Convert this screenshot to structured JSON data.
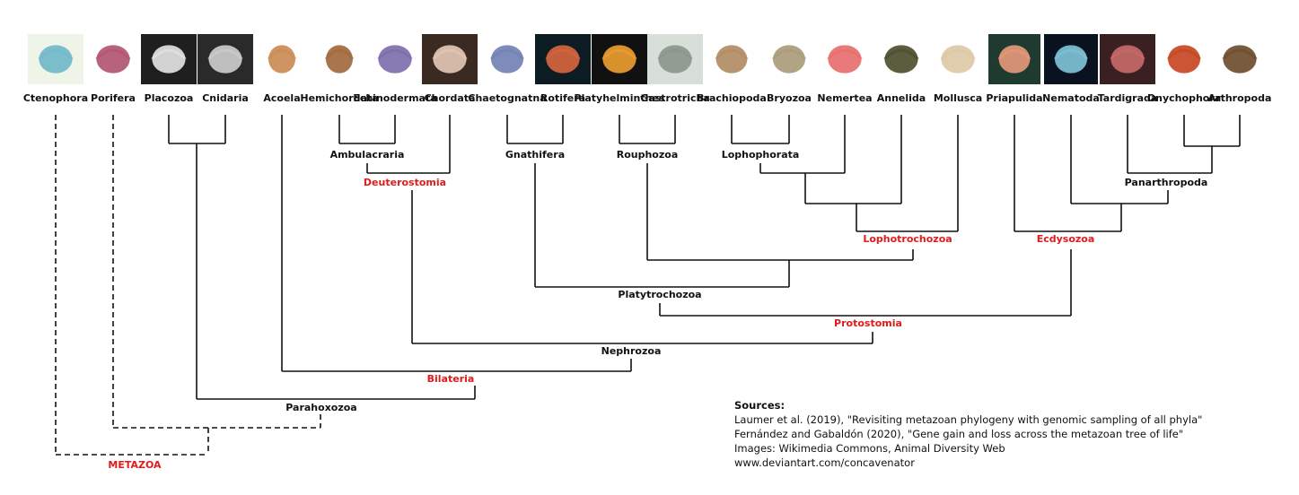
{
  "taxa": [
    {
      "id": "ctenophora",
      "label": "Ctenophora",
      "icon": "comb-jelly-icon",
      "bg": "#eef5e8",
      "fg": "#6fb7c9"
    },
    {
      "id": "porifera",
      "label": "Porifera",
      "icon": "sponge-icon",
      "bg": "#ffffff",
      "fg": "#b0526e"
    },
    {
      "id": "placozoa",
      "label": "Placozoa",
      "icon": "placozoan-icon",
      "bg": "#1f1f1f",
      "fg": "#e6e6e6"
    },
    {
      "id": "cnidaria",
      "label": "Cnidaria",
      "icon": "jellyfish-icon",
      "bg": "#2a2a2a",
      "fg": "#cfcfcf"
    },
    {
      "id": "acoela",
      "label": "Acoela",
      "icon": "acoel-worm-icon",
      "bg": "#ffffff",
      "fg": "#c98a52"
    },
    {
      "id": "hemichordata",
      "label": "Hemichordata",
      "icon": "acorn-worm-icon",
      "bg": "#ffffff",
      "fg": "#a0663a"
    },
    {
      "id": "echinodermata",
      "label": "Echinodermata",
      "icon": "starfish-icon",
      "bg": "#ffffff",
      "fg": "#7a6aa8"
    },
    {
      "id": "chordata",
      "label": "Chordata",
      "icon": "mole-rat-icon",
      "bg": "#3a2a22",
      "fg": "#e6c9b8"
    },
    {
      "id": "chaetognatha",
      "label": "Chaetognatna",
      "icon": "arrow-worm-icon",
      "bg": "#ffffff",
      "fg": "#6f7fb2"
    },
    {
      "id": "rotifera",
      "label": "Rotifera",
      "icon": "rotifer-icon",
      "bg": "#0d1b22",
      "fg": "#d8663e"
    },
    {
      "id": "platyhelminthes",
      "label": "Platyhelminthes",
      "icon": "flatworm-icon",
      "bg": "#111111",
      "fg": "#f0a030"
    },
    {
      "id": "gastrotricha",
      "label": "Gastrotricha",
      "icon": "gastrotrich-icon",
      "bg": "#d7dfd8",
      "fg": "#8a958c"
    },
    {
      "id": "brachiopoda",
      "label": "Brachiopoda",
      "icon": "lamp-shell-icon",
      "bg": "#ffffff",
      "fg": "#b08a62"
    },
    {
      "id": "bryozoa",
      "label": "Bryozoa",
      "icon": "bryozoan-icon",
      "bg": "#ffffff",
      "fg": "#a89a78"
    },
    {
      "id": "nemertea",
      "label": "Nemertea",
      "icon": "ribbon-worm-icon",
      "bg": "#ffffff",
      "fg": "#e86a6a"
    },
    {
      "id": "annelida",
      "label": "Annelida",
      "icon": "leech-icon",
      "bg": "#ffffff",
      "fg": "#4a4a2a"
    },
    {
      "id": "mollusca",
      "label": "Mollusca",
      "icon": "octopus-icon",
      "bg": "#ffffff",
      "fg": "#dcc8a4"
    },
    {
      "id": "priapulida",
      "label": "Priapulida",
      "icon": "penis-worm-icon",
      "bg": "#1f3a2e",
      "fg": "#e89a7a"
    },
    {
      "id": "nematoda",
      "label": "Nematoda",
      "icon": "roundworm-icon",
      "bg": "#0a1220",
      "fg": "#7fc6d8"
    },
    {
      "id": "tardigrada",
      "label": "Tardigrada",
      "icon": "tardigrade-icon",
      "bg": "#3a2020",
      "fg": "#c96a6a"
    },
    {
      "id": "onychophora",
      "label": "Onychophora",
      "icon": "velvet-worm-icon",
      "bg": "#ffffff",
      "fg": "#c5421e"
    },
    {
      "id": "arthropoda",
      "label": "Arthropoda",
      "icon": "wasp-icon",
      "bg": "#ffffff",
      "fg": "#6a4a2a"
    }
  ],
  "clades": [
    {
      "id": "ambulacraria",
      "label": "Ambulacraria",
      "highlight": false
    },
    {
      "id": "deuterostomia",
      "label": "Deuterostomia",
      "highlight": true
    },
    {
      "id": "gnathifera",
      "label": "Gnathifera",
      "highlight": false
    },
    {
      "id": "rouphozoa",
      "label": "Rouphozoa",
      "highlight": false
    },
    {
      "id": "lophophorata",
      "label": "Lophophorata",
      "highlight": false
    },
    {
      "id": "panarthropoda",
      "label": "Panarthropoda",
      "highlight": false
    },
    {
      "id": "lophotrochozoa",
      "label": "Lophotrochozoa",
      "highlight": true
    },
    {
      "id": "ecdysozoa",
      "label": "Ecdysozoa",
      "highlight": true
    },
    {
      "id": "platytrochozoa",
      "label": "Platytrochozoa",
      "highlight": false
    },
    {
      "id": "protostomia",
      "label": "Protostomia",
      "highlight": true
    },
    {
      "id": "nephrozoa",
      "label": "Nephrozoa",
      "highlight": false
    },
    {
      "id": "bilateria",
      "label": "Bilateria",
      "highlight": true
    },
    {
      "id": "parahoxozoa",
      "label": "Parahoxozoa",
      "highlight": false
    },
    {
      "id": "metazoa",
      "label": "METAZOA",
      "highlight": true
    }
  ],
  "colors": {
    "highlight": "#e01b1b",
    "line": "#111111"
  },
  "sources": {
    "heading": "Sources:",
    "lines": [
      "Laumer et al. (2019), \"Revisiting metazoan phylogeny with genomic sampling of all phyla\"",
      "Fernández and Gabaldón (2020), \"Gene gain and loss across the metazoan tree of life\"",
      "Images: Wikimedia Commons, Animal Diversity Web",
      "www.deviantart.com/concavenator"
    ]
  }
}
